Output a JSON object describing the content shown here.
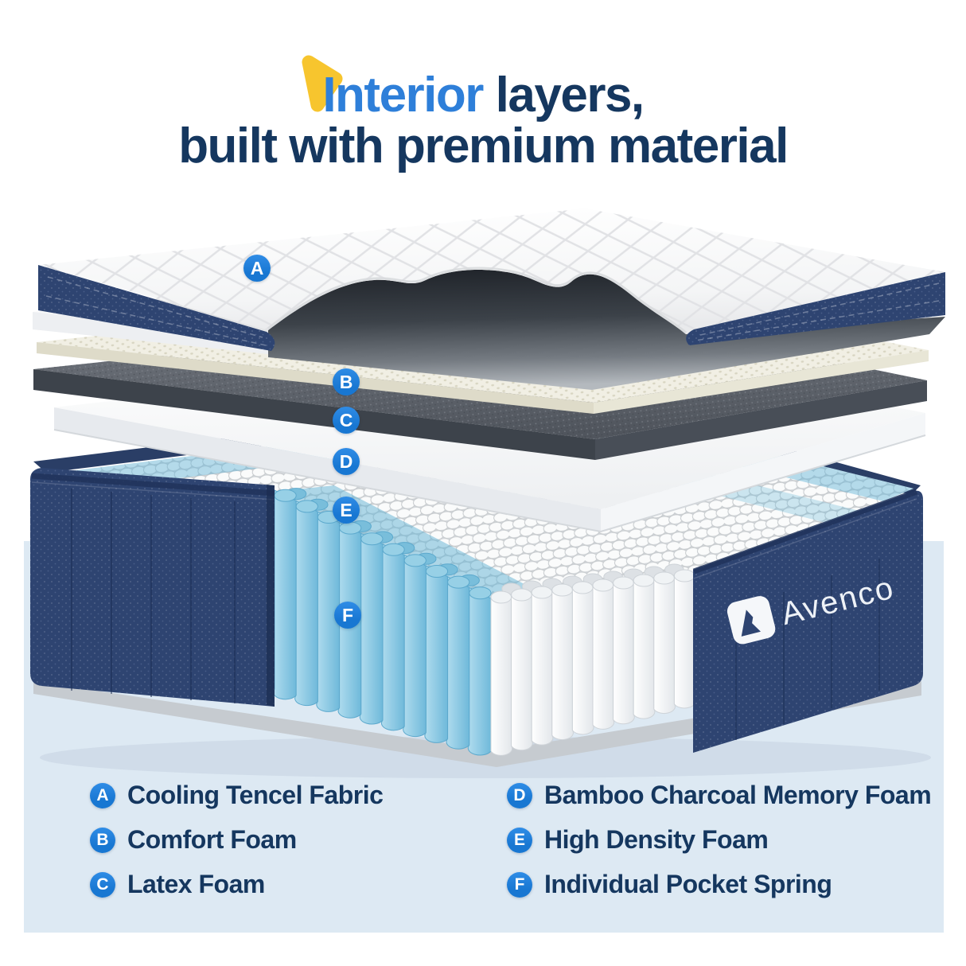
{
  "title": {
    "accent": "Interior",
    "line1_rest": " layers,",
    "line2": "built with premium material"
  },
  "brand": {
    "name": "Avenco"
  },
  "diagram": {
    "badges": [
      {
        "letter": "A"
      },
      {
        "letter": "B"
      },
      {
        "letter": "C"
      },
      {
        "letter": "D"
      },
      {
        "letter": "E"
      },
      {
        "letter": "F"
      }
    ]
  },
  "legend": {
    "items": [
      {
        "letter": "A",
        "label": "Cooling Tencel Fabric"
      },
      {
        "letter": "B",
        "label": "Comfort Foam"
      },
      {
        "letter": "C",
        "label": "Latex Foam"
      },
      {
        "letter": "D",
        "label": "Bamboo Charcoal Memory Foam"
      },
      {
        "letter": "E",
        "label": "High Density Foam"
      },
      {
        "letter": "F",
        "label": "Individual Pocket Spring"
      }
    ]
  },
  "colors": {
    "navy": "#15375f",
    "title_blue": "#2e7fd9",
    "badge_blue": "#1877d2",
    "yellow": "#f7c52e",
    "panel_bg": "#dde9f3",
    "denim": "#2e4471",
    "spring_blue": "#7ec4df"
  }
}
